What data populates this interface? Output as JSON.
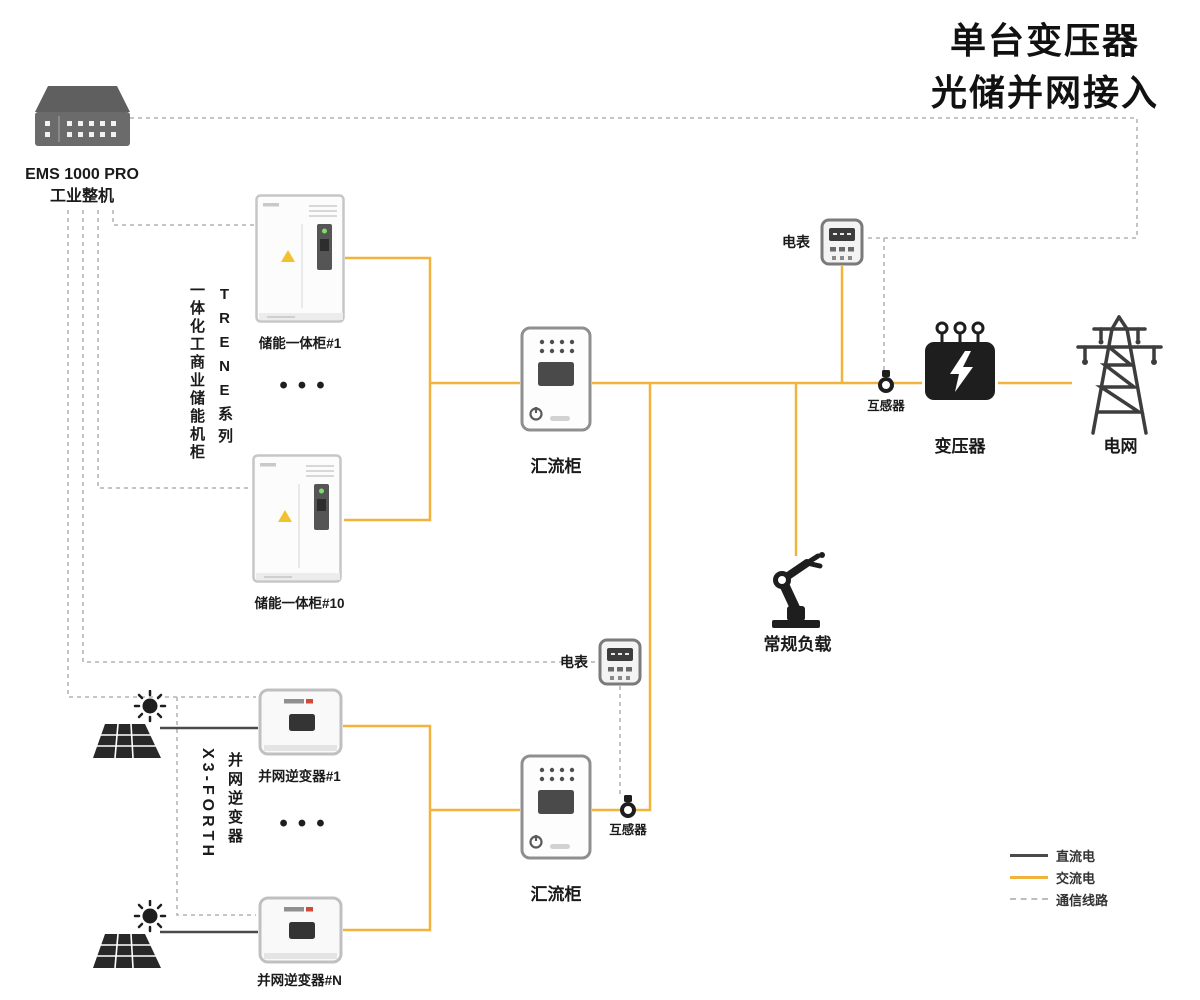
{
  "title": {
    "line1": "单台变压器",
    "line2": "光储并网接入"
  },
  "ems": {
    "name": "EMS 1000 PRO",
    "subtitle": "工业整机"
  },
  "storage": {
    "series_left": "一体化工商业储能机柜",
    "series_right": "TRENE系列",
    "cabinet_first": "储能一体柜#1",
    "cabinet_last": "储能一体柜#10",
    "ellipsis": "•••"
  },
  "pv": {
    "series_left": "X3-FORTH",
    "series_right": "并网逆变器",
    "inverter_first": "并网逆变器#1",
    "inverter_last": "并网逆变器#N",
    "ellipsis": "•••"
  },
  "combiner_top": "汇流柜",
  "combiner_bottom": "汇流柜",
  "meter_top": "电表",
  "meter_bottom": "电表",
  "ct_top": "互感器",
  "ct_bottom": "互感器",
  "transformer": "变压器",
  "grid": "电网",
  "load": "常规负载",
  "legend": {
    "dc": "直流电",
    "ac": "交流电",
    "comm": "通信线路"
  },
  "colors": {
    "ac": "#F2B33D",
    "dc": "#4A4A4A",
    "comm": "#BDBDBD",
    "ink": "#1A1A1A"
  }
}
